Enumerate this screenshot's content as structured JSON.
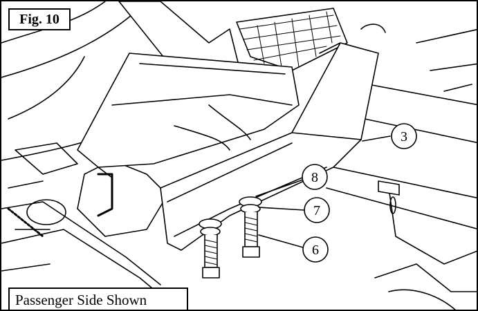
{
  "figure": {
    "label": "Fig. 10",
    "caption": "Passenger Side Shown"
  },
  "callouts": [
    {
      "number": "3",
      "part": "bracket"
    },
    {
      "number": "8",
      "part": "washer"
    },
    {
      "number": "7",
      "part": "lock-washer"
    },
    {
      "number": "6",
      "part": "bolt"
    }
  ]
}
